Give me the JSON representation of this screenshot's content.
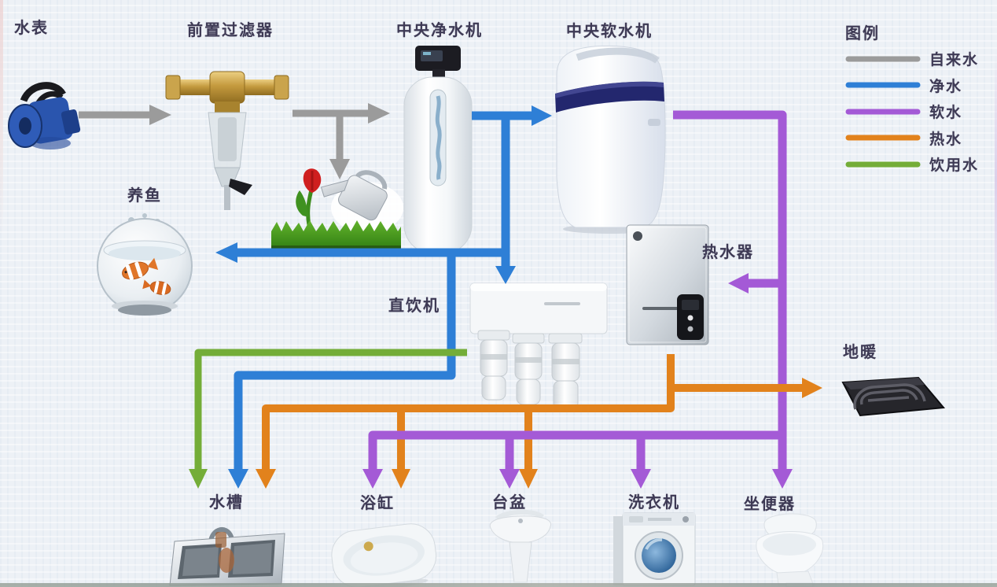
{
  "canvas": {
    "background": "#edf1f6"
  },
  "legend": {
    "title": "图例",
    "items": [
      {
        "key": "tap-water",
        "label": "自来水",
        "color": "#9b9b9b"
      },
      {
        "key": "purified-water",
        "label": "净水",
        "color": "#2e7fd6"
      },
      {
        "key": "soft-water",
        "label": "软水",
        "color": "#a45ad6"
      },
      {
        "key": "hot-water",
        "label": "热水",
        "color": "#e2821c"
      },
      {
        "key": "drinking-water",
        "label": "饮用水",
        "color": "#74ad38"
      }
    ]
  },
  "nodes": {
    "water_meter": {
      "label": "水表"
    },
    "pre_filter": {
      "label": "前置过滤器"
    },
    "central_purifier": {
      "label": "中央净水机"
    },
    "central_softener": {
      "label": "中央软水机"
    },
    "fish": {
      "label": "养鱼"
    },
    "direct_drink": {
      "label": "直饮机"
    },
    "water_heater": {
      "label": "热水器"
    },
    "floor_heating": {
      "label": "地暖"
    },
    "sink": {
      "label": "水槽"
    },
    "bathtub": {
      "label": "浴缸"
    },
    "basin": {
      "label": "台盆"
    },
    "washing_machine": {
      "label": "洗衣机"
    },
    "toilet": {
      "label": "坐便器"
    }
  },
  "connections": [
    {
      "type": "tap-water",
      "from": "water-meter",
      "to": "pre-filter"
    },
    {
      "type": "tap-water",
      "from": "pre-filter",
      "to": "central-purifier"
    },
    {
      "type": "tap-water",
      "from": "pre-filter",
      "to": "garden-watering"
    },
    {
      "type": "purified-water",
      "from": "central-purifier",
      "to": "central-softener"
    },
    {
      "type": "purified-water",
      "from": "central-purifier",
      "to": "fish-bowl"
    },
    {
      "type": "purified-water",
      "from": "central-purifier",
      "to": "direct-drink-machine"
    },
    {
      "type": "purified-water",
      "from": "central-purifier",
      "to": "sink"
    },
    {
      "type": "drinking-water",
      "from": "direct-drink-machine",
      "to": "sink"
    },
    {
      "type": "soft-water",
      "from": "central-softener",
      "to": "water-heater"
    },
    {
      "type": "soft-water",
      "from": "central-softener",
      "to": "bathtub"
    },
    {
      "type": "soft-water",
      "from": "central-softener",
      "to": "basin"
    },
    {
      "type": "soft-water",
      "from": "central-softener",
      "to": "washing-machine"
    },
    {
      "type": "soft-water",
      "from": "central-softener",
      "to": "toilet"
    },
    {
      "type": "hot-water",
      "from": "water-heater",
      "to": "floor-heating"
    },
    {
      "type": "hot-water",
      "from": "water-heater",
      "to": "sink"
    },
    {
      "type": "hot-water",
      "from": "water-heater",
      "to": "bathtub"
    },
    {
      "type": "hot-water",
      "from": "water-heater",
      "to": "basin"
    }
  ]
}
